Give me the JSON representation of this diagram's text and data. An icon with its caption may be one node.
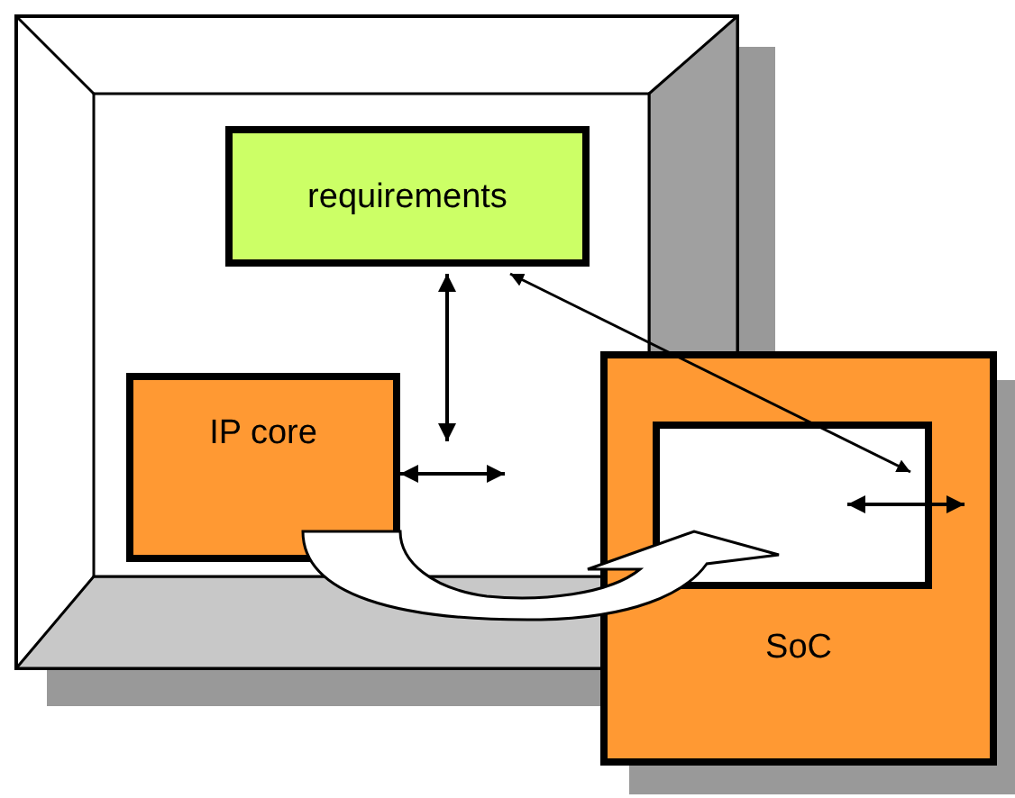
{
  "diagram": {
    "nodes": [
      {
        "text": [],
        "shape": "box"
      },
      {
        "text": [
          "requirements"
        ],
        "in": 0
      },
      {
        "text": [
          "IP core"
        ],
        "in": 0
      },
      {
        "text": [
          "SoC"
        ]
      },
      {
        "text": [],
        "shape": "box",
        "in": 3
      }
    ],
    "edges": [
      {
        "from": 1,
        "to": 2,
        "arrow": "both"
      },
      {
        "from": 1,
        "to": 4,
        "arrow": "both"
      },
      {
        "from": 2,
        "to": null,
        "arrow": "both"
      },
      {
        "from": 4,
        "to": null,
        "arrow": "both"
      },
      {
        "from": 2,
        "to": 4,
        "arrow": "to",
        "style": "thick"
      }
    ]
  }
}
